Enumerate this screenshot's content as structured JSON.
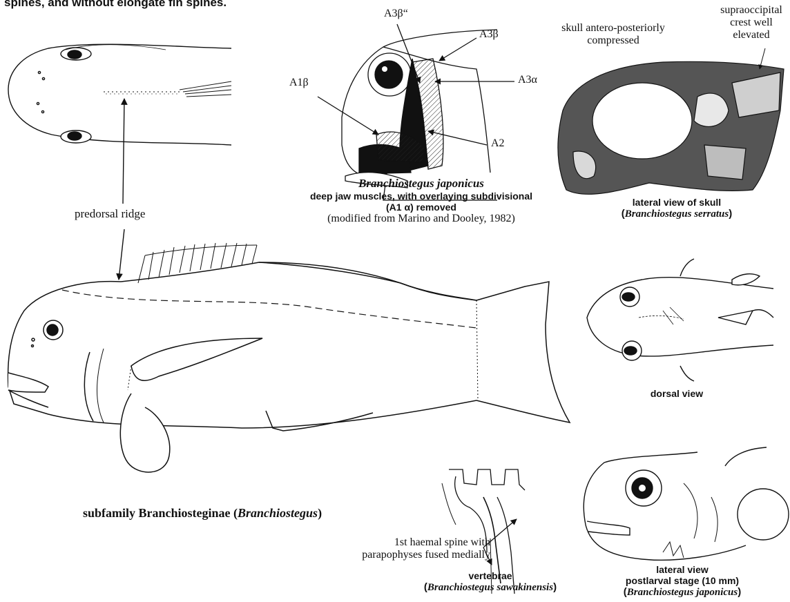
{
  "header_fragment": "spines, and without elongate fin spines.",
  "dorsal_head": {
    "label": "predorsal ridge"
  },
  "jaw": {
    "labels": {
      "a3b2": "A3β“",
      "a3b": "A3β",
      "a1b": "A1β",
      "a3a": "A3α",
      "a2": "A2"
    },
    "caption_species": "Branchiostegus japonicus",
    "caption_line1": "deep jaw muscles, with overlaying subdivisional",
    "caption_line2": "(A1 α) removed",
    "caption_source": "(modified from Marino and Dooley, 1982)"
  },
  "skull": {
    "note_left_1": "skull antero-posteriorly",
    "note_left_2": "compressed",
    "note_right_1": "supraoccipital",
    "note_right_2": "crest well",
    "note_right_3": "elevated",
    "caption_1": "lateral view of skull",
    "caption_2_open": "(",
    "caption_2_species": "Branchiostegus serratus",
    "caption_2_close": ")"
  },
  "main_fish": {
    "caption_text": "subfamily Branchiosteginae (",
    "caption_species": "Branchiostegus",
    "caption_close": ")"
  },
  "dorsal_view": {
    "caption": "dorsal view"
  },
  "postlarva": {
    "caption_1": "lateral view",
    "caption_2": "postlarval stage (10 mm)",
    "caption_3_open": "(",
    "caption_3_species": "Branchiostegus japonicus",
    "caption_3_close": ")"
  },
  "vertebrae": {
    "note_1": "1st haemal spine with",
    "note_2": "parapophyses fused medially",
    "caption_1": "vertebrae",
    "caption_2_open": "(",
    "caption_2_species": "Branchiostegus sawakinensis",
    "caption_2_close": ")"
  }
}
